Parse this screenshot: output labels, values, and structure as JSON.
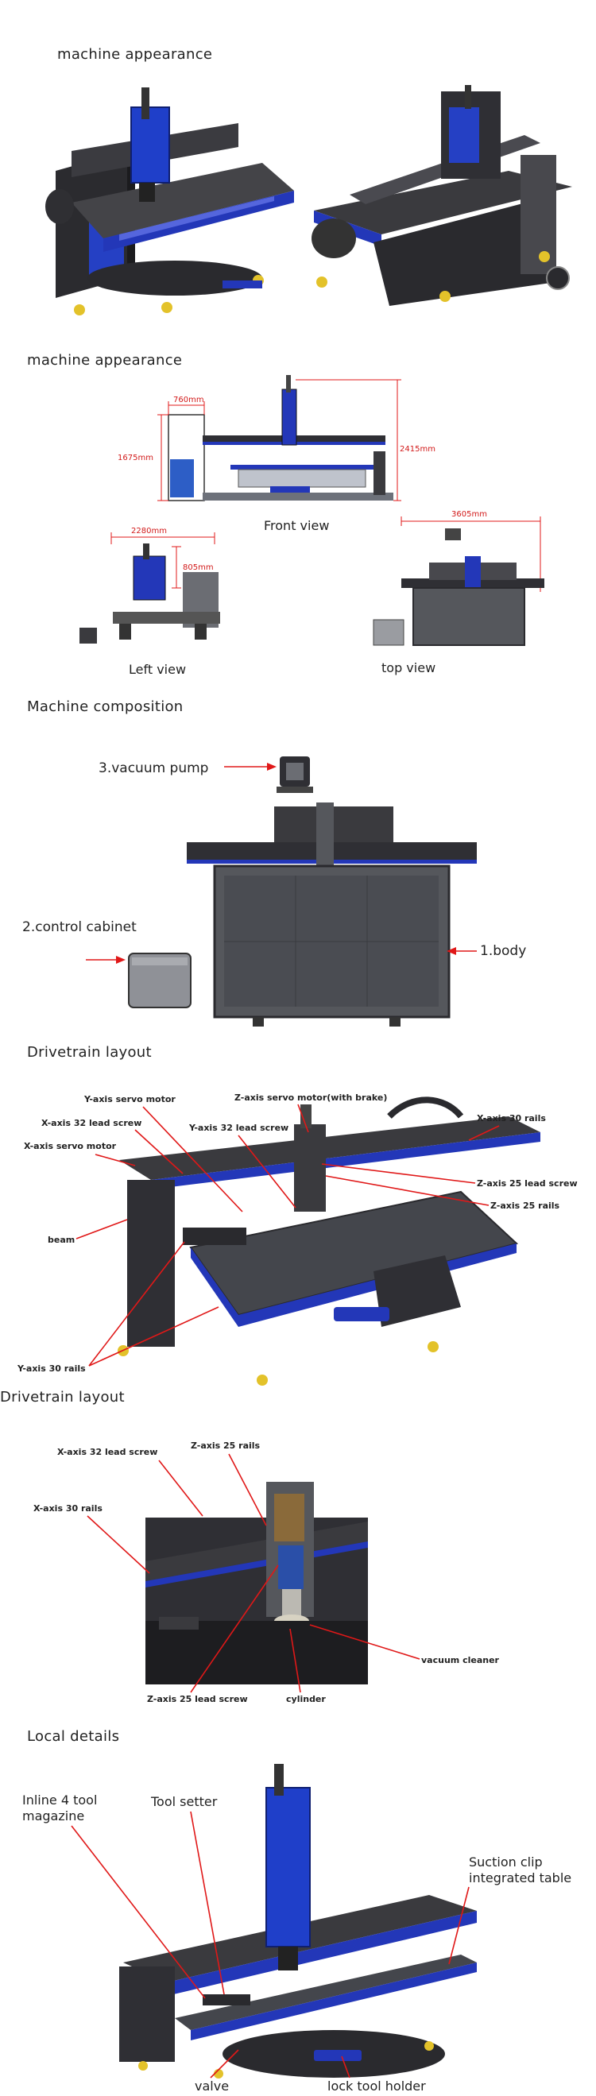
{
  "sections": [
    {
      "title": "machine appearance"
    },
    {
      "title": "machine appearance"
    },
    {
      "title": "Machine composition"
    },
    {
      "title": "Drivetrain layout"
    },
    {
      "title": "Drivetrain layout"
    },
    {
      "title": "Local details"
    }
  ],
  "views": {
    "front_view": "Front view",
    "left_view": "Left view",
    "top_view": "top view",
    "dims": {
      "d760": "760mm",
      "d1675": "1675mm",
      "d2415": "2415mm",
      "d2280": "2280mm",
      "d805": "805mm",
      "d3605": "3605mm"
    }
  },
  "composition": {
    "vacuum_pump": "3.vacuum pump",
    "control_cabinet": "2.control cabinet",
    "body": "1.body"
  },
  "drivetrain1": {
    "y_servo": "Y-axis servo motor",
    "z_servo": "Z-axis servo motor(with brake)",
    "x_lead": "X-axis 32 lead screw",
    "y_lead": "Y-axis 32 lead screw",
    "x_rails": "X-axis 30 rails",
    "x_servo": "X-axis servo motor",
    "z_lead": "Z-axis 25 lead screw",
    "z_rails": "Z-axis 25 rails",
    "beam": "beam",
    "y_rails": "Y-axis 30 rails"
  },
  "drivetrain2": {
    "z_rails": "Z-axis 25 rails",
    "x_lead": "X-axis 32 lead screw",
    "x_rails": "X-axis 30 rails",
    "vacuum_cleaner": "vacuum cleaner",
    "z_lead": "Z-axis 25 lead screw",
    "cylinder": "cylinder"
  },
  "details": {
    "tool_setter": "Tool setter",
    "inline_magazine_1": "Inline 4 tool",
    "inline_magazine_2": "magazine",
    "suction_1": "Suction clip",
    "suction_2": "integrated table",
    "valve": "valve",
    "lock_holder": "lock tool holder"
  },
  "colors": {
    "machine_blue": "#2337b8",
    "frame_dark": "#3a3a3e",
    "annotation_red": "#e01818",
    "foot_yellow": "#e3c22a"
  }
}
